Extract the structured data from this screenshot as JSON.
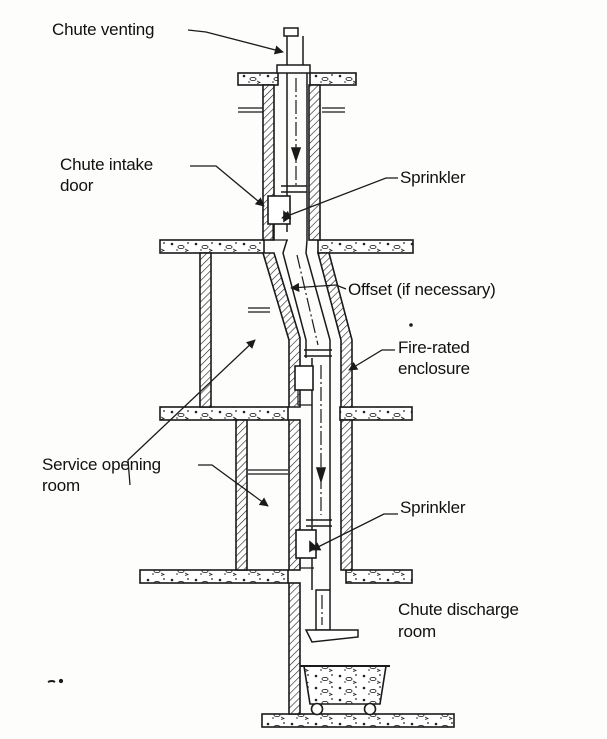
{
  "diagram": {
    "labels": {
      "chute_venting": "Chute venting",
      "chute_intake_door_l1": "Chute intake",
      "chute_intake_door_l2": "door",
      "sprinkler_upper": "Sprinkler",
      "offset": "Offset (if necessary)",
      "fire_rated_l1": "Fire-rated",
      "fire_rated_l2": "enclosure",
      "service_room_l1": "Service opening",
      "service_room_l2": "room",
      "sprinkler_lower": "Sprinkler",
      "discharge_room_l1": "Chute discharge",
      "discharge_room_l2": "room"
    },
    "colors": {
      "ink": "#1a1a1a",
      "paper": "#fdfdfb"
    }
  }
}
